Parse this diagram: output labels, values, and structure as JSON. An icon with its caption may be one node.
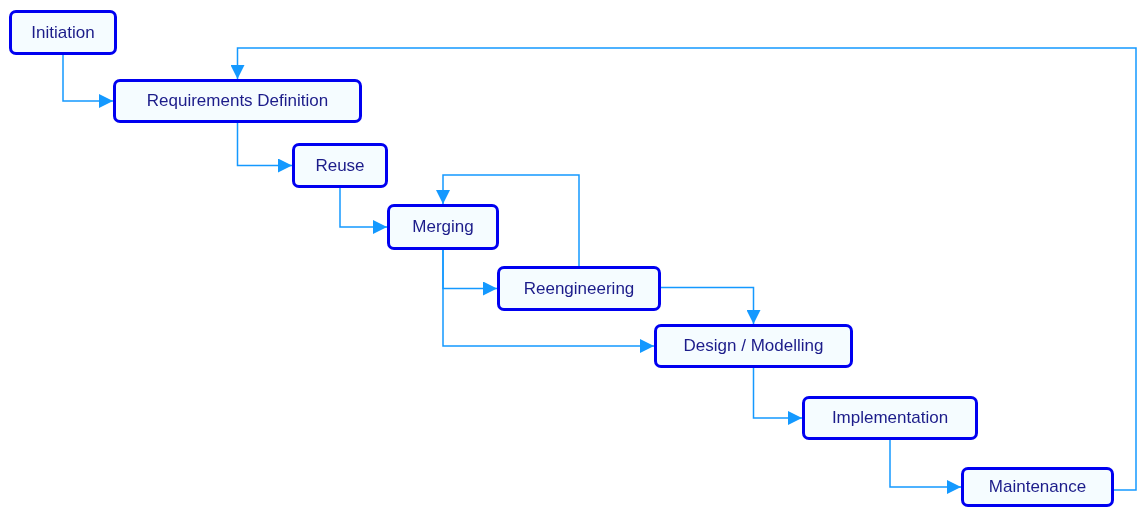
{
  "diagram": {
    "nodes": [
      {
        "text": [
          "Initiation"
        ]
      },
      {
        "text": [
          "Requirements Definition"
        ]
      },
      {
        "text": [
          "Reuse"
        ]
      },
      {
        "text": [
          "Merging"
        ]
      },
      {
        "text": [
          "Reengineering"
        ]
      },
      {
        "text": [
          "Design / Modelling"
        ]
      },
      {
        "text": [
          "Implementation"
        ]
      },
      {
        "text": [
          "Maintenance"
        ]
      }
    ],
    "edges": [
      {
        "from": 0,
        "to": 1,
        "arrow": "to"
      },
      {
        "from": 1,
        "to": 2,
        "arrow": "to"
      },
      {
        "from": 2,
        "to": 3,
        "arrow": "to"
      },
      {
        "from": 3,
        "to": 4,
        "arrow": "to"
      },
      {
        "from": 3,
        "to": 5,
        "arrow": "to"
      },
      {
        "from": 4,
        "to": 3,
        "arrow": "to"
      },
      {
        "from": 4,
        "to": 5,
        "arrow": "to"
      },
      {
        "from": 5,
        "to": 6,
        "arrow": "to"
      },
      {
        "from": 6,
        "to": 7,
        "arrow": "to"
      },
      {
        "from": 7,
        "to": 1,
        "arrow": "to"
      }
    ]
  }
}
